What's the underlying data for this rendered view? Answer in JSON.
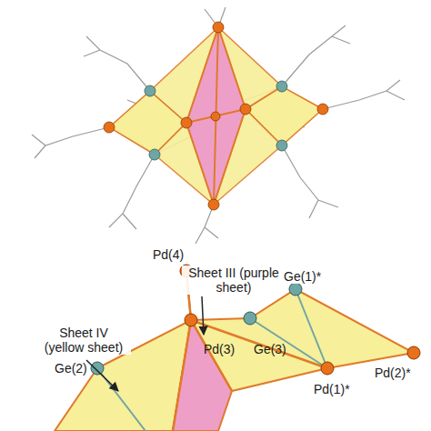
{
  "diagram": {
    "labels": [
      "Sheet IV (yellow sheet)",
      "Sheet III (purple sheet)",
      "Pd(4)",
      "Ge(1)*",
      "Ge(2)",
      "Pd(3)",
      "Ge(3)",
      "Pd(2)*",
      "Pd(1)*"
    ]
  }
}
